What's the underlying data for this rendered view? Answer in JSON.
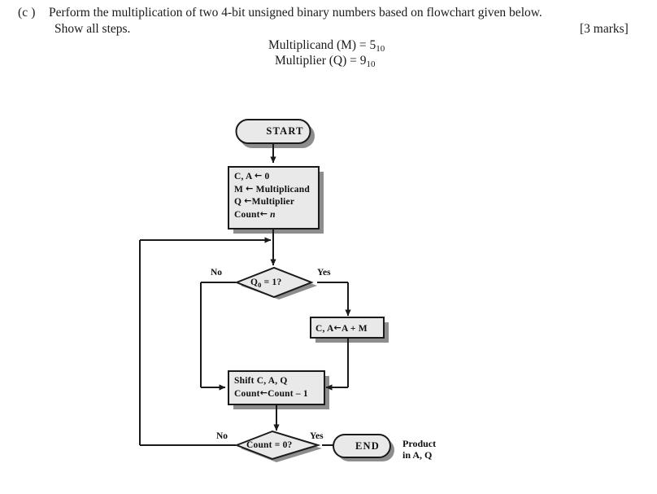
{
  "question": {
    "label": "(c )",
    "line1": "Perform the multiplication of two 4-bit unsigned binary numbers based on flowchart given below.",
    "line2": "Show all steps.",
    "marks": "[3 marks]",
    "given": [
      {
        "text": "Multiplicand (M) = 5",
        "subscript": "10"
      },
      {
        "text": "Multiplier (Q)  = 9",
        "subscript": "10"
      }
    ]
  },
  "flowchart": {
    "title": "Unsigned binary multiplication flowchart",
    "colors": {
      "shape_fill": "#e9e9e9",
      "shape_stroke": "#1a1a1a",
      "shadow": "#8a8a8a",
      "line": "#1a1a1a",
      "page_background": "#ffffff"
    },
    "nodes": {
      "start": {
        "type": "terminator",
        "label": "START"
      },
      "init": {
        "type": "process",
        "lines": [
          {
            "pre": "C, A ",
            "arrow": "←",
            "post": " 0"
          },
          {
            "pre": "M ",
            "arrow": "←",
            "post": " Multiplicand"
          },
          {
            "pre": "Q ",
            "arrow": "←",
            "post": "Multiplier"
          },
          {
            "pre": "Count",
            "arrow": "←",
            "post": " n"
          }
        ]
      },
      "decision_q0": {
        "type": "decision",
        "label": "Q",
        "subscript": "0",
        "label_rest": " = 1?"
      },
      "add": {
        "type": "process",
        "pre": "C, A",
        "arrow": "←",
        "post": "A + M"
      },
      "shift": {
        "type": "process",
        "lines": [
          {
            "pre": "Shift C, A, Q",
            "arrow": "",
            "post": ""
          },
          {
            "pre": "Count",
            "arrow": "←",
            "post": "Count – 1"
          }
        ]
      },
      "decision_count": {
        "type": "decision",
        "label": "Count = 0?"
      },
      "end": {
        "type": "terminator",
        "label": "END"
      }
    },
    "branch_labels": {
      "q0_no": "No",
      "q0_yes": "Yes",
      "count_no": "No",
      "count_yes": "Yes"
    },
    "annotation": {
      "product_line1": "Product",
      "product_line2": "in A, Q"
    }
  }
}
